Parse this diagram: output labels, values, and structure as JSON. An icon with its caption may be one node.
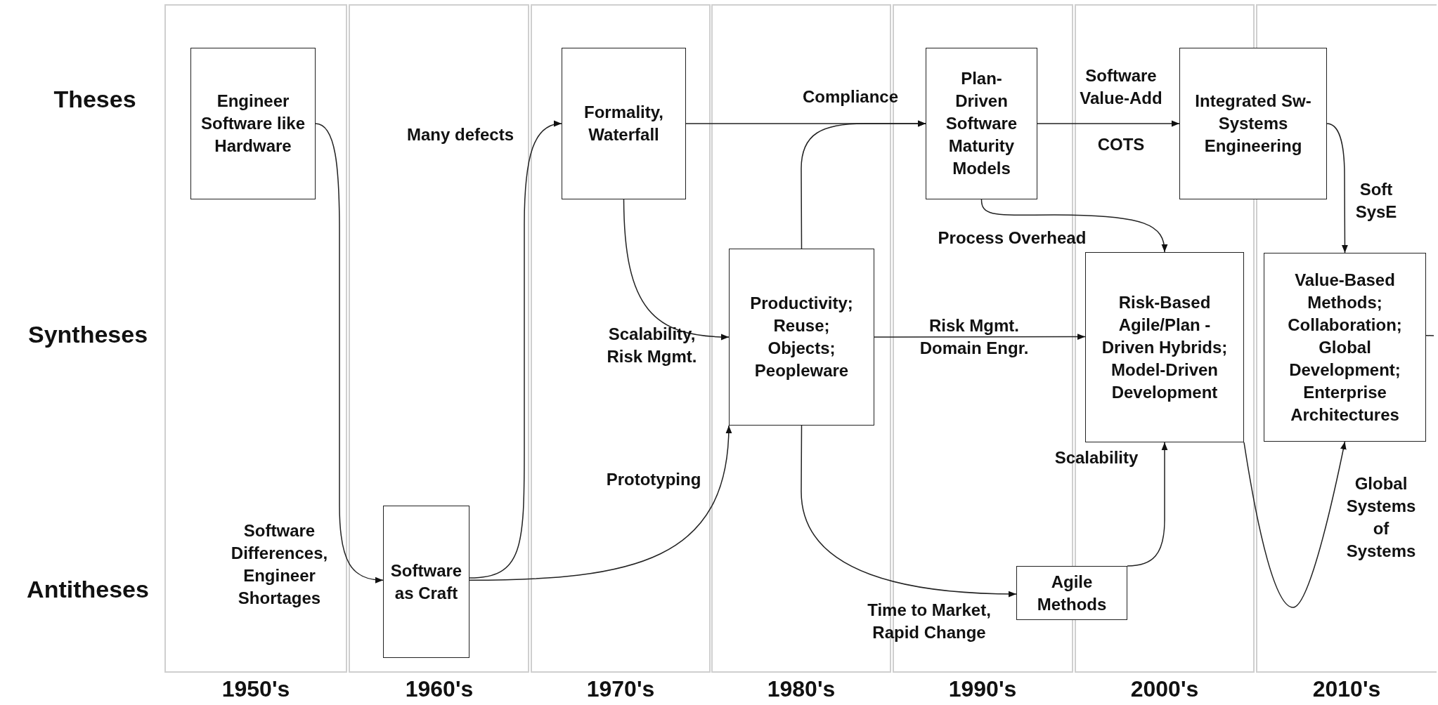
{
  "diagram": {
    "nodes": [
      {
        "text": [
          "Engineer Software like Hardware"
        ]
      },
      {
        "text": [
          "Software as Craft"
        ]
      },
      {
        "text": [
          "Formality, Waterfall"
        ]
      },
      {
        "text": [
          "Productivity; Reuse; Objects; Peopleware"
        ]
      },
      {
        "text": [
          "Plan-Driven Software Maturity Models"
        ]
      },
      {
        "text": [
          "Integrated Sw-Systems Engineering"
        ]
      },
      {
        "text": [
          "Risk-Based Agile/Plan -Driven Hybrids; Model-Driven Development"
        ]
      },
      {
        "text": [
          "Agile Methods"
        ]
      },
      {
        "text": [
          "Value-Based Methods; Collaboration; Global Development; Enterprise Architectures"
        ]
      }
    ],
    "edges": [
      {
        "from": 0,
        "to": 1,
        "arrow": "to",
        "label": "Software Differences, Engineer Shortages"
      },
      {
        "from": 1,
        "to": 2,
        "arrow": "to",
        "label": "Many defects"
      },
      {
        "from": 1,
        "to": 3,
        "arrow": "to",
        "label": "Prototyping"
      },
      {
        "from": 2,
        "to": 4,
        "arrow": "to",
        "label": "Compliance"
      },
      {
        "from": 2,
        "to": 3,
        "arrow": "to",
        "label": "Scalability, Risk Mgmt."
      },
      {
        "from": 3,
        "to": 4,
        "arrow": "to"
      },
      {
        "from": 3,
        "to": 6,
        "arrow": "to",
        "label": "Risk Mgmt. Domain Engr."
      },
      {
        "from": 3,
        "to": 7,
        "arrow": "to",
        "label": "Time to Market, Rapid Change"
      },
      {
        "from": 4,
        "to": 5,
        "arrow": "to",
        "label": "Software Value-Add"
      },
      {
        "from": 4,
        "to": 6,
        "arrow": "to",
        "label": "Process Overhead"
      },
      {
        "from": 7,
        "to": 6,
        "arrow": "to",
        "label": "Scalability"
      },
      {
        "from": 5,
        "to": 8,
        "arrow": "to",
        "label": "Soft SysE"
      },
      {
        "from": 6,
        "to": 8,
        "arrow": "to",
        "label": "Global Systems of Systems"
      },
      {
        "from": 8,
        "to": null,
        "arrow": "none"
      }
    ],
    "labels": [
      "Theses",
      "Syntheses",
      "Antitheses",
      "1950's",
      "1960's",
      "1970's",
      "1980's",
      "1990's",
      "2000's",
      "2010's",
      "COTS"
    ]
  }
}
